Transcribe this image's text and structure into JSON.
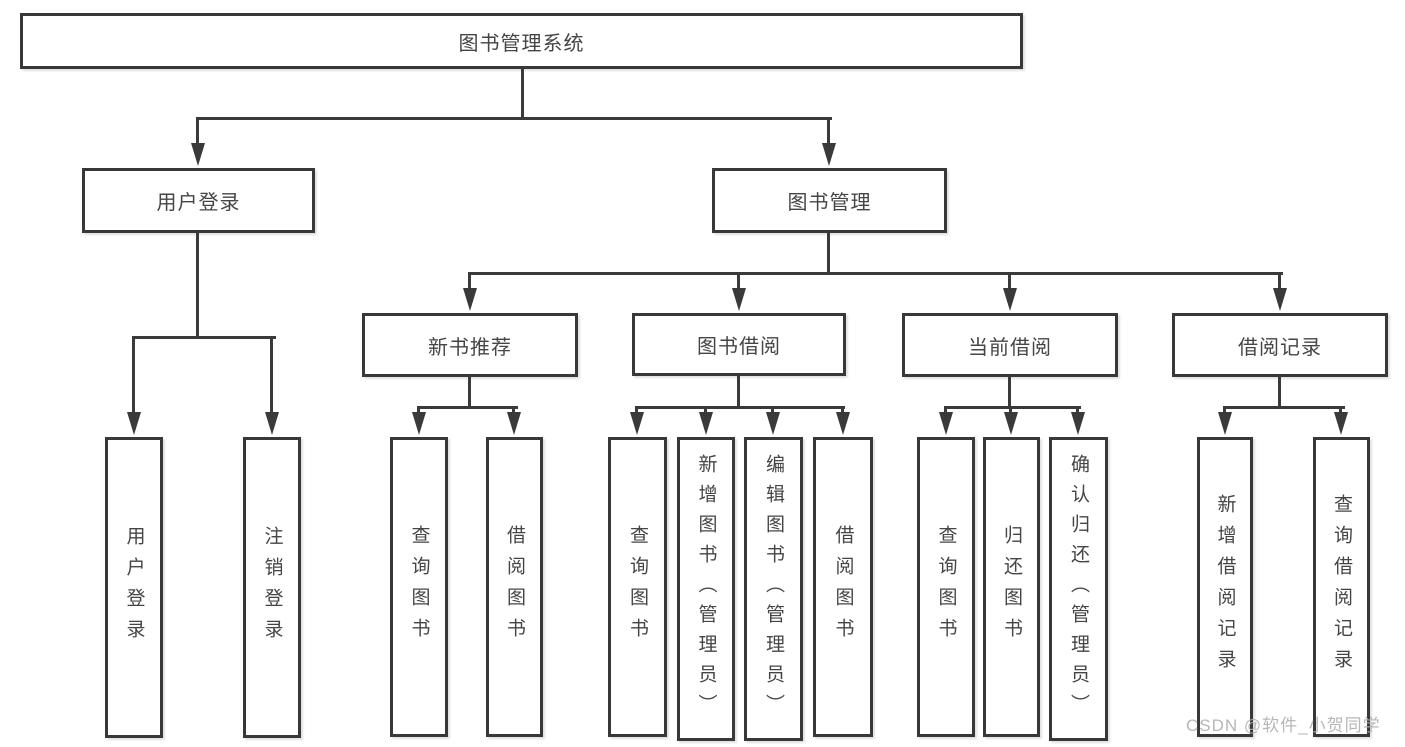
{
  "diagram_title": "图书管理系统",
  "nodes": {
    "root": "图书管理系统",
    "user_login": "用户登录",
    "book_mgmt": "图书管理",
    "new_book_rec": "新书推荐",
    "book_borrow": "图书借阅",
    "current_borrow": "当前借阅",
    "borrow_record": "借阅记录",
    "leaf_user_login": "用户登录",
    "leaf_logout": "注销登录",
    "leaf_query_book_rec": "查询图书",
    "leaf_borrow_book_rec": "借阅图书",
    "leaf_query_book_borrow": "查询图书",
    "leaf_add_book_admin": "新增图书（管理员）",
    "leaf_edit_book_admin": "编辑图书（管理员）",
    "leaf_borrow_book_borrow": "借阅图书",
    "leaf_query_book_current": "查询图书",
    "leaf_return_book": "归还图书",
    "leaf_confirm_return_admin": "确认归还（管理员）",
    "leaf_add_borrow_record": "新增借阅记录",
    "leaf_query_borrow_record": "查询借阅记录"
  },
  "hierarchy": {
    "图书管理系统": {
      "用户登录": [
        "用户登录",
        "注销登录"
      ],
      "图书管理": {
        "新书推荐": [
          "查询图书",
          "借阅图书"
        ],
        "图书借阅": [
          "查询图书",
          "新增图书（管理员）",
          "编辑图书（管理员）",
          "借阅图书"
        ],
        "当前借阅": [
          "查询图书",
          "归还图书",
          "确认归还（管理员）"
        ],
        "借阅记录": [
          "新增借阅记录",
          "查询借阅记录"
        ]
      }
    }
  },
  "watermark": "CSDN @软件_小贺同学",
  "colors": {
    "line": "#3a3a3a",
    "border": "#383838",
    "text": "#454545",
    "watermark": "#b0b0b0",
    "bg": "#ffffff"
  }
}
